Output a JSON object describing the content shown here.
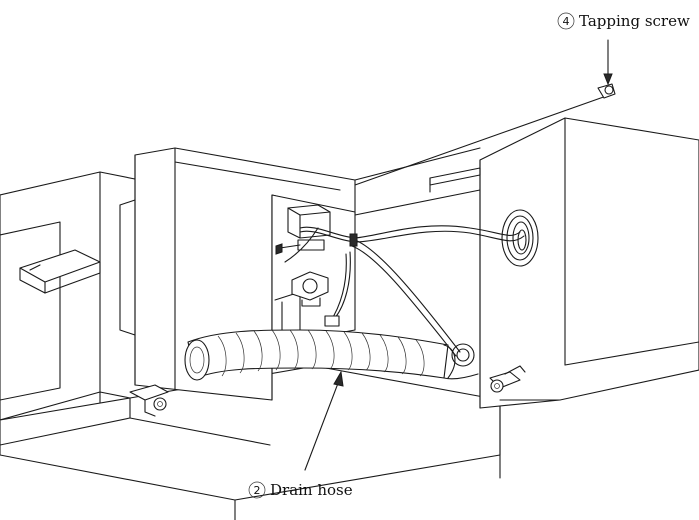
{
  "labels": {
    "tapping_screw": {
      "number": "4",
      "text": "Tapping screw"
    },
    "drain_hose": {
      "number": "2",
      "text": "Drain hose"
    }
  },
  "colors": {
    "ink": "#1a1a1a",
    "paper": "#ffffff"
  }
}
